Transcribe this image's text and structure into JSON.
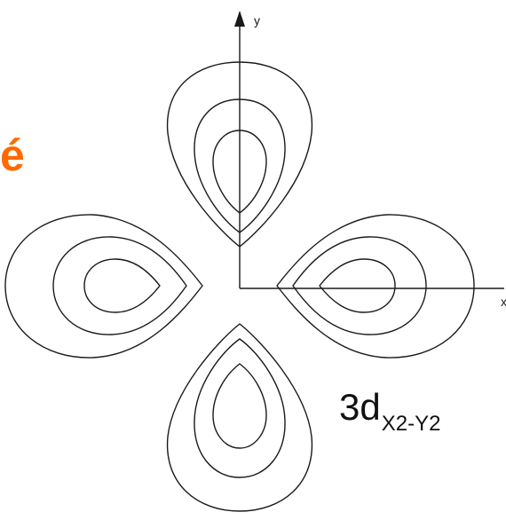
{
  "fragment": {
    "text": "é",
    "color": "#ff6a00"
  },
  "orbital_label": {
    "main": "3d",
    "subscript": "X2-Y2"
  },
  "axes": {
    "y_label": "y",
    "x_label": "x"
  },
  "colors": {
    "line": "#1a1a1a"
  },
  "lobes": [
    {
      "id": "lobe-top",
      "contours": 3
    },
    {
      "id": "lobe-left",
      "contours": 3
    },
    {
      "id": "lobe-right",
      "contours": 3
    },
    {
      "id": "lobe-bottom",
      "contours": 3
    }
  ]
}
